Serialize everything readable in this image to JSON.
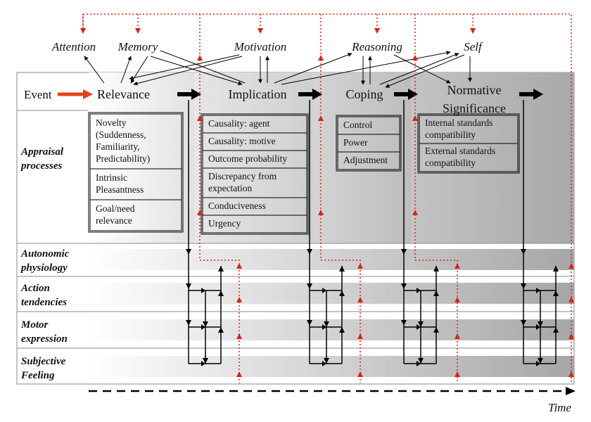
{
  "cognitive_functions": [
    "Attention",
    "Memory",
    "Motivation",
    "Reasoning",
    "Self"
  ],
  "event_label": "Event",
  "stages": [
    {
      "name": "Relevance",
      "checks": [
        "Novelty (Suddenness, Familiarity, Predictability)",
        "Intrinsic Pleasantness",
        "Goal/need relevance"
      ]
    },
    {
      "name": "Implication",
      "checks": [
        "Causality: agent",
        "Causality: motive",
        "Outcome probability",
        "Discrepancy from expectation",
        "Conduciveness",
        "Urgency"
      ]
    },
    {
      "name": "Coping",
      "checks": [
        "Control",
        "Power",
        "Adjustment"
      ]
    },
    {
      "name": "Normative Significance",
      "checks": [
        "Internal standards compatibility",
        "External standards compatibility"
      ]
    }
  ],
  "row_labels": {
    "appraisal": [
      "Appraisal",
      "processes"
    ],
    "autonomic": [
      "Autonomic",
      "physiology"
    ],
    "action": [
      "Action",
      "tendencies"
    ],
    "motor": [
      "Motor",
      "expression"
    ],
    "feeling": [
      "Subjective",
      "Feeling"
    ]
  },
  "time_label": "Time",
  "colors": {
    "accent_red": "#e8401c",
    "feedback_red": "#e02010",
    "arrow": "#000000"
  }
}
